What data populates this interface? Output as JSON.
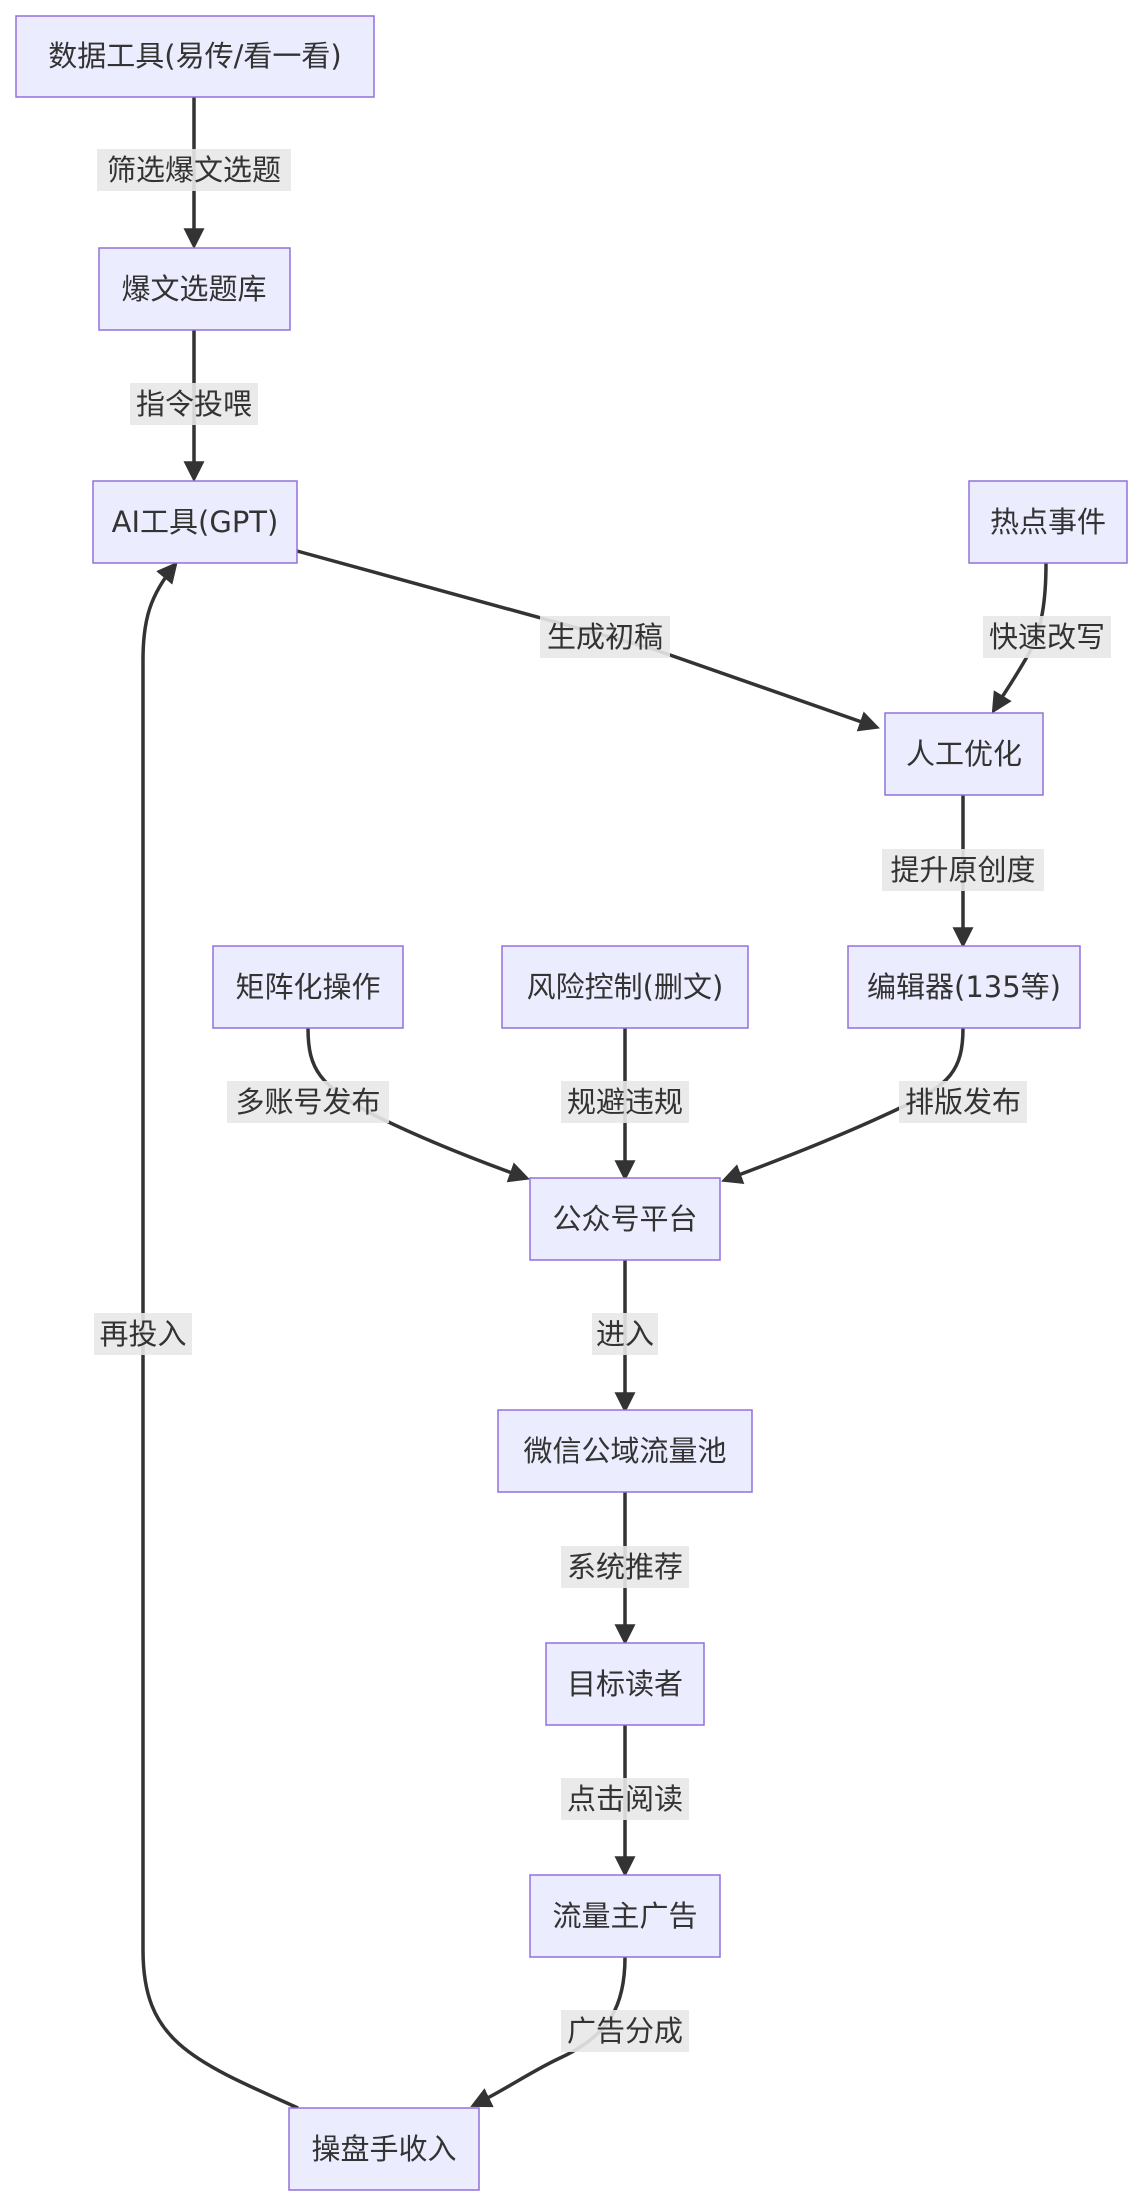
{
  "colors": {
    "node_fill": "#ececff",
    "node_border": "#9370db",
    "edge": "#333333",
    "label_bg": "#e8e8e8",
    "text": "#333333"
  },
  "nodes": {
    "data_tools": "数据工具(易传/看一看)",
    "topic_library": "爆文选题库",
    "ai_tool": "AI工具(GPT)",
    "hot_events": "热点事件",
    "manual_optimize": "人工优化",
    "matrix_ops": "矩阵化操作",
    "risk_control": "风险控制(删文)",
    "editor": "编辑器(135等)",
    "official_account": "公众号平台",
    "traffic_pool": "微信公域流量池",
    "target_readers": "目标读者",
    "advertiser_ads": "流量主广告",
    "operator_income": "操盘手收入"
  },
  "edges": {
    "filter_topics": "筛选爆文选题",
    "feed_prompts": "指令投喂",
    "generate_draft": "生成初稿",
    "quick_rewrite": "快速改写",
    "improve_originality": "提升原创度",
    "multi_account_publish": "多账号发布",
    "avoid_violation": "规避违规",
    "layout_publish": "排版发布",
    "enter": "进入",
    "system_recommend": "系统推荐",
    "click_read": "点击阅读",
    "ad_revenue_share": "广告分成",
    "reinvest": "再投入"
  }
}
